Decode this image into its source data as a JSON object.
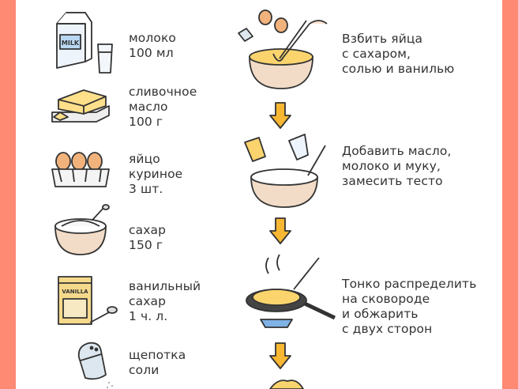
{
  "ingredients": [
    {
      "text": "молоко\n100 мл",
      "icon": "milk-carton-glass-icon"
    },
    {
      "text": "сливочное\nмасло\n100 г",
      "icon": "butter-icon"
    },
    {
      "text": "яйцо\nкуриное\n3 шт.",
      "icon": "eggs-tray-icon"
    },
    {
      "text": "сахар\n150 г",
      "icon": "sugar-bowl-icon"
    },
    {
      "text": "ванильный\nсахар\n1 ч. л.",
      "icon": "vanilla-sugar-pack-icon",
      "pack_label": "VANILLA"
    },
    {
      "text": "щепотка\nсоли",
      "icon": "salt-shaker-icon"
    }
  ],
  "steps": [
    {
      "text": "Взбить яйца\nс сахаром,\nсолью и ванилью",
      "icon": "whisk-bowl-icon"
    },
    {
      "text": "Добавить масло,\nмолоко и муку,\nзамесить тесто",
      "icon": "mixing-bowl-icon"
    },
    {
      "text": "Тонко распределить\nна сковороде\nи обжарить\nс двух сторон",
      "icon": "frying-pan-icon"
    }
  ],
  "milk_label": "MILK",
  "colors": {
    "background": "#ff8a73",
    "card": "#ffffff",
    "text": "#333333",
    "arrow": "#f7b733",
    "batter": "#fbd46e"
  }
}
